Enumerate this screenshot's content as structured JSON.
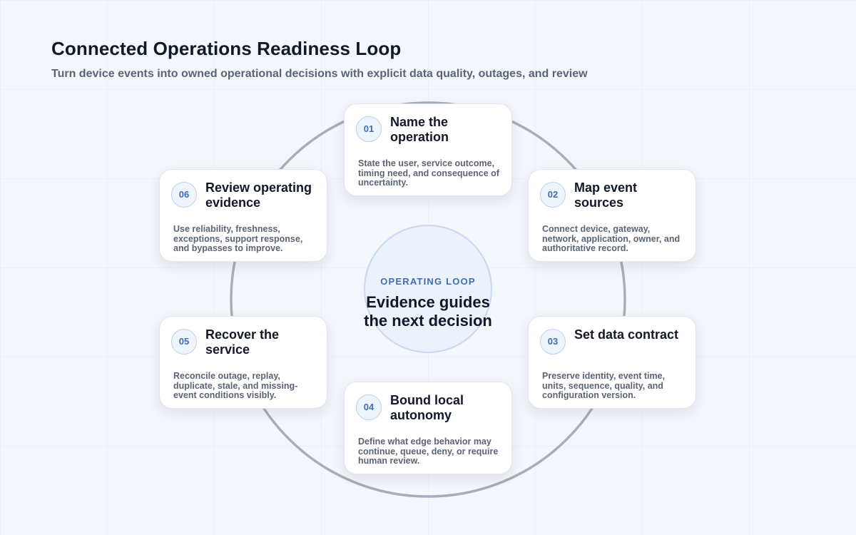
{
  "header": {
    "title": "Connected Operations Readiness Loop",
    "subtitle": "Turn device events into owned operational decisions with explicit data quality, outages, and review"
  },
  "center": {
    "kicker": "OPERATING LOOP",
    "text": "Evidence guides the next decision"
  },
  "steps": [
    {
      "number": "01",
      "title": "Name the operation",
      "description": "State the user, service outcome, timing need, and consequence of uncertainty."
    },
    {
      "number": "02",
      "title": "Map event sources",
      "description": "Connect device, gateway, network, application, owner, and authoritative record."
    },
    {
      "number": "03",
      "title": "Set data contract",
      "description": "Preserve identity, event time, units, sequence, quality, and configuration version."
    },
    {
      "number": "04",
      "title": "Bound local autonomy",
      "description": "Define what edge behavior may continue, queue, deny, or require human review."
    },
    {
      "number": "05",
      "title": "Recover the service",
      "description": "Reconcile outage, replay, duplicate, stale, and missing-event conditions visibly."
    },
    {
      "number": "06",
      "title": "Review operating evidence",
      "description": "Use reliability, freshness, exceptions, support response, and bypasses to improve."
    }
  ],
  "colors": {
    "title": "#111827",
    "muted": "#5b6475",
    "accent": "#3e6db5",
    "ring": "#a7adb9",
    "card_border": "#dfe5ef"
  }
}
